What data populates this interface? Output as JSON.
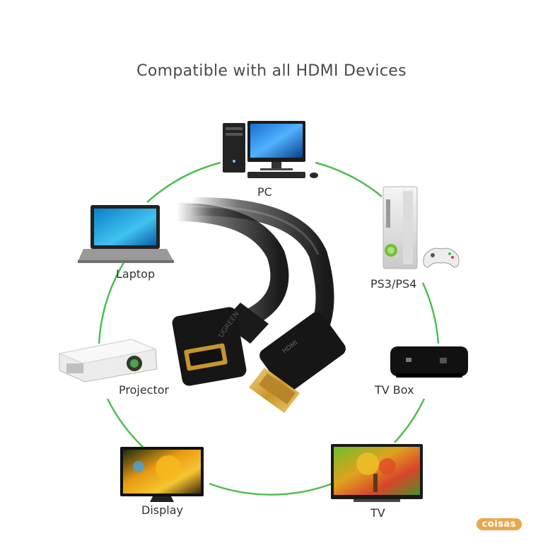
{
  "title": "Compatible with all HDMI Devices",
  "devices": {
    "pc": "PC",
    "ps": "PS3/PS4",
    "tvbox": "TV Box",
    "tv": "TV",
    "display": "Display",
    "projector": "Projector",
    "laptop": "Laptop"
  },
  "connector": {
    "female_brand": "UGREEN",
    "male_brand": "HDMI"
  },
  "watermark": "coisas",
  "colors": {
    "ring": "#4cbf4c",
    "text": "#333333",
    "cable": "#1a1a1a",
    "gold": "#d4a43a"
  }
}
